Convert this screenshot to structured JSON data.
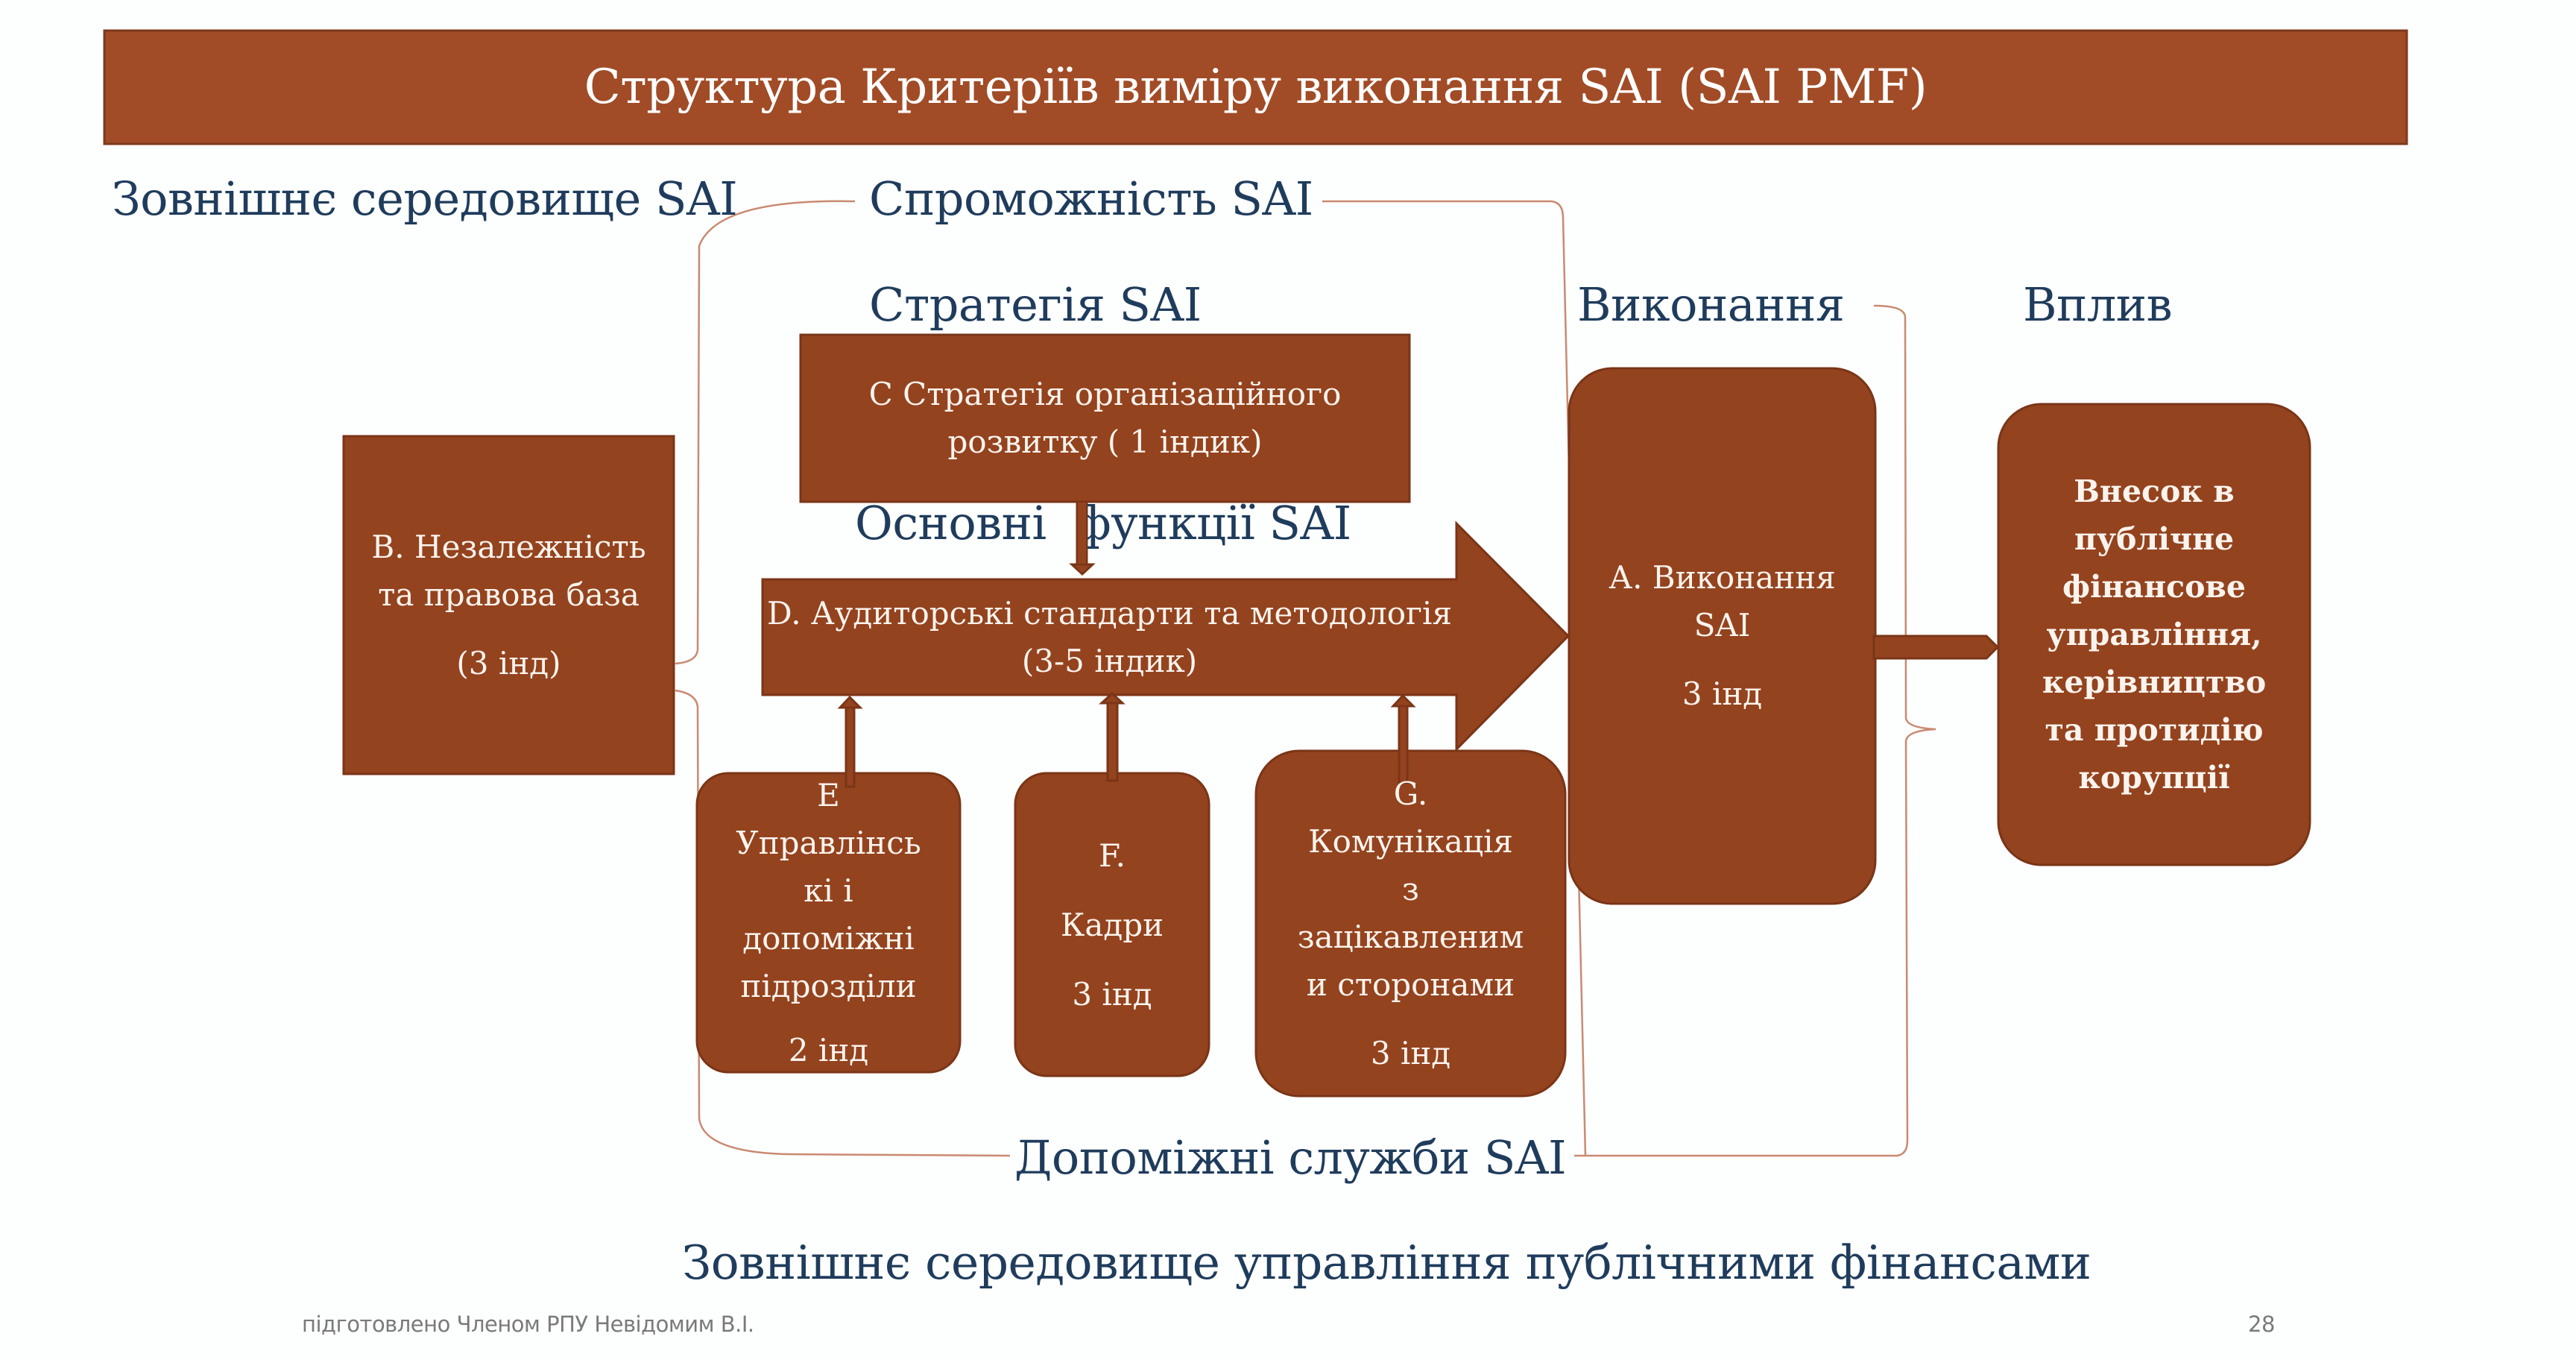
{
  "title": "Структура Критеріїв виміру виконання SAI (SAI PMF)",
  "labels": {
    "external_env": "Зовнішнє середовище SAI",
    "capability": "Спроможність SAI",
    "strategy": "Стратегія SAI",
    "core_functions": "Основні  функції SAI",
    "support_services": "Допоміжні служби SAI",
    "performance": "Виконання",
    "impact": "Вплив",
    "pfm_env": "Зовнішнє середовище управління публічними фінансами"
  },
  "boxes": {
    "B": {
      "lines": [
        "В. Незалежність",
        "та правова база",
        "(3 інд)"
      ]
    },
    "C": {
      "lines": [
        "С Стратегія організаційного",
        "розвитку ( 1 індик)"
      ]
    },
    "D": {
      "lines": [
        "D. Аудиторські стандарти та методологія",
        "(3-5 індик)"
      ]
    },
    "E": {
      "lines": [
        "Е",
        "Управлінсь",
        "кі і",
        "допоміжні",
        "підрозділи",
        "2 інд"
      ]
    },
    "F": {
      "lines": [
        "F.",
        "Кадри",
        "3 інд"
      ]
    },
    "G": {
      "lines": [
        "G.",
        "Комунікація",
        "з",
        "зацікавленим",
        "и сторонами",
        "3 інд"
      ]
    },
    "A": {
      "lines": [
        "А. Виконання",
        "SAI",
        "3 інд"
      ]
    },
    "impact": {
      "lines": [
        "Внесок в",
        "публічне",
        "фінансове",
        "управління,",
        "керівництво",
        "та протидію",
        "корупції"
      ]
    }
  },
  "footer": {
    "author": "підготовлено Членом РПУ Невідомим В.І.",
    "page": "28"
  },
  "colors": {
    "box_fill": "#94431f",
    "title_fill": "#a14c27",
    "heading_text": "#1f3c5c",
    "bracket_line": "#c98a72"
  }
}
